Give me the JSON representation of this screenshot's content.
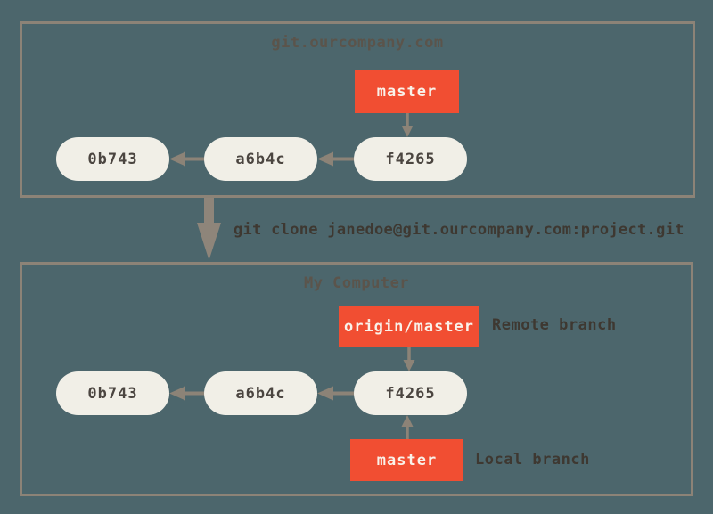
{
  "colors": {
    "background": "#4c666c",
    "box_border": "#8c8377",
    "node_fill": "#f1efe7",
    "node_text": "#4b4540",
    "branch_fill": "#f14e32",
    "branch_text": "#f9f2ea",
    "arrow": "#8c8377",
    "big_arrow": "#8e857a",
    "title_text": "#5b544b",
    "label_text": "#3e3831"
  },
  "remote_repo": {
    "title": "git.ourcompany.com",
    "branch": {
      "label": "master"
    },
    "commits": [
      "0b743",
      "a6b4c",
      "f4265"
    ]
  },
  "clone_command": "git clone janedoe@git.ourcompany.com:project.git",
  "local_repo": {
    "title": "My Computer",
    "remote_branch": {
      "label": "origin/master",
      "annotation": "Remote branch"
    },
    "local_branch": {
      "label": "master",
      "annotation": "Local branch"
    },
    "commits": [
      "0b743",
      "a6b4c",
      "f4265"
    ]
  }
}
